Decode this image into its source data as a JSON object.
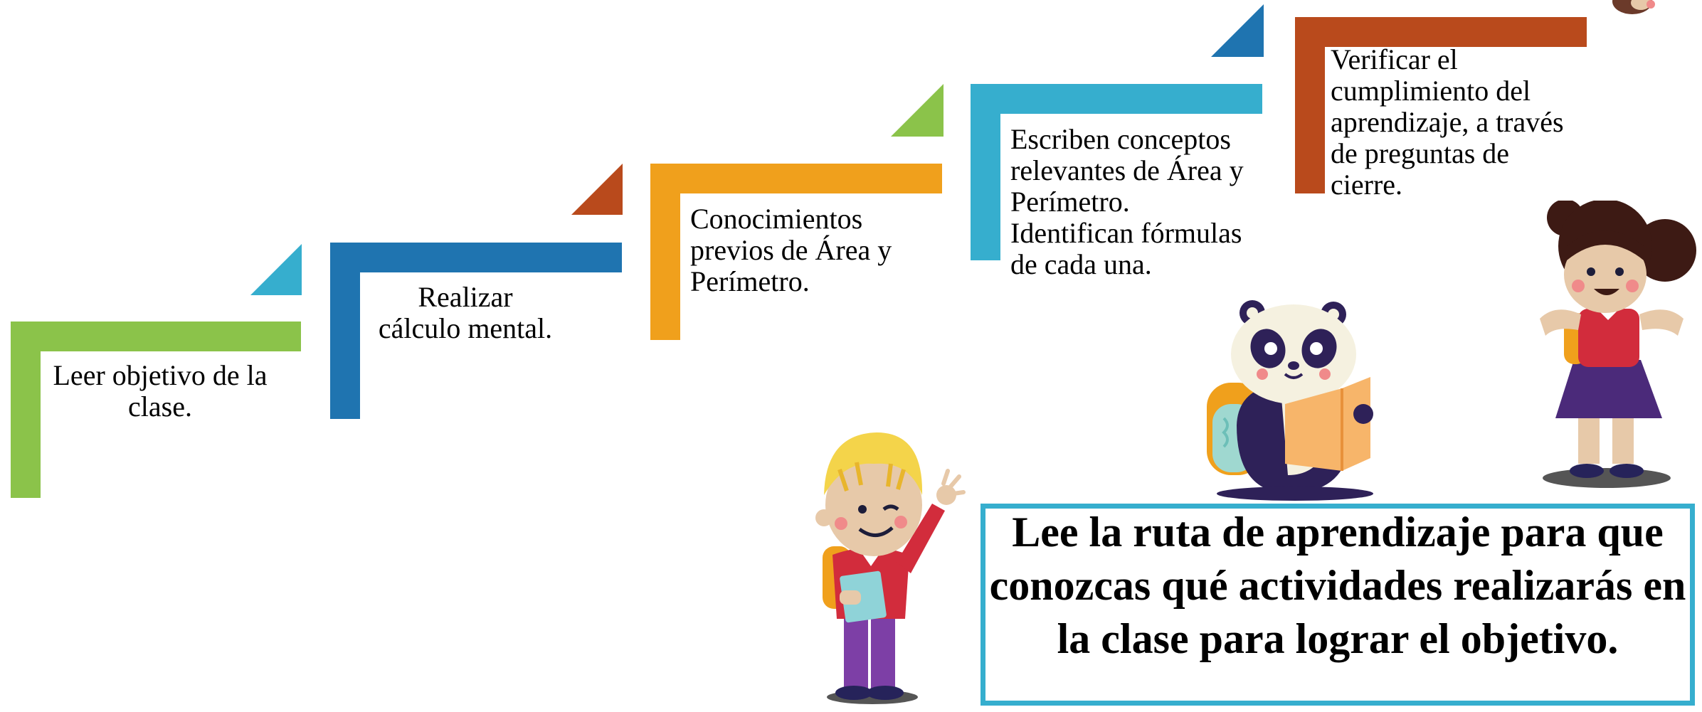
{
  "diagram": {
    "steps": [
      {
        "text": "Leer objetivo de la clase.",
        "color": "#8BC34A",
        "accent": "#36AECE"
      },
      {
        "text": "Realizar cálculo mental.",
        "color": "#1F74B0",
        "accent": "#B94A1C"
      },
      {
        "text": "Conocimientos previos de Área y Perímetro.",
        "color": "#F0A01C",
        "accent": "#8BC34A"
      },
      {
        "text": "Escriben conceptos relevantes de Área y Perímetro. Identifican fórmulas de cada una.",
        "color": "#36AECE",
        "accent": "#1F74B0"
      },
      {
        "text": "Verificar el cumplimiento del aprendizaje, a través de preguntas de cierre.",
        "color": "#B94A1C",
        "accent": ""
      }
    ],
    "callout": "Lee la ruta de aprendizaje para que conozcas qué actividades realizarás en la clase para lograr el objetivo.",
    "callout_border_color": "#36AECE"
  }
}
